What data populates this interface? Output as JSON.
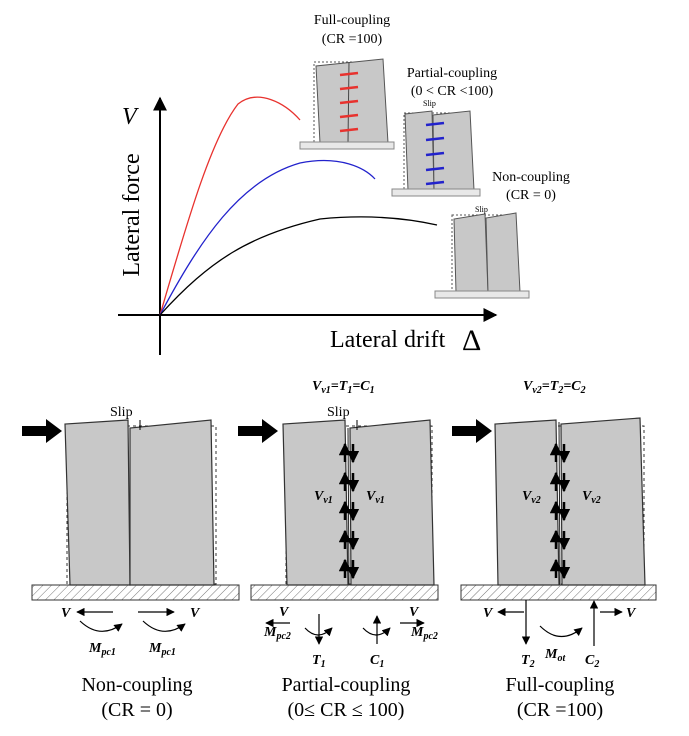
{
  "top_chart": {
    "y_symbol": "V",
    "y_label": "Lateral force",
    "x_label": "Lateral drift",
    "x_symbol": "Δ",
    "curve_colors": {
      "full": "#e8322e",
      "partial": "#2222cc",
      "non": "#000000"
    },
    "insets": {
      "full": {
        "title": "Full-coupling",
        "cr": "(CR =100)"
      },
      "partial": {
        "title": "Partial-coupling",
        "cr": "(0 < CR <100)",
        "slip": "Slip"
      },
      "non": {
        "title": "Non-coupling",
        "cr": "(CR = 0)",
        "slip": "Slip"
      }
    }
  },
  "panels": {
    "non": {
      "slip": "Slip",
      "v_left": "V",
      "v_right": "V",
      "m_left_main": "M",
      "m_left_sub": "pc1",
      "m_right_main": "M",
      "m_right_sub": "pc1",
      "caption_1": "Non-coupling",
      "caption_2": "(CR = 0)"
    },
    "partial": {
      "eq_v": "V",
      "eq_v_sub": "v1",
      "eq_t": "=T",
      "eq_t_sub": "1",
      "eq_c": "=C",
      "eq_c_sub": "1",
      "slip": "Slip",
      "vv_left_main": "V",
      "vv_left_sub": "v1",
      "vv_right_main": "V",
      "vv_right_sub": "v1",
      "v_left": "V",
      "v_right": "V",
      "m_left_main": "M",
      "m_left_sub": "pc2",
      "m_right_main": "M",
      "m_right_sub": "pc2",
      "t_main": "T",
      "t_sub": "1",
      "c_main": "C",
      "c_sub": "1",
      "caption_1": "Partial-coupling",
      "caption_2": "(0≤ CR ≤ 100)"
    },
    "full": {
      "eq_v": "V",
      "eq_v_sub": "v2",
      "eq_t": "=T",
      "eq_t_sub": "2",
      "eq_c": "=C",
      "eq_c_sub": "2",
      "vv_left_main": "V",
      "vv_left_sub": "v2",
      "vv_right_main": "V",
      "vv_right_sub": "v2",
      "v_left": "V",
      "v_right": "V",
      "t_main": "T",
      "t_sub": "2",
      "m_main": "M",
      "m_sub": "ot",
      "c_main": "C",
      "c_sub": "2",
      "caption_1": "Full-coupling",
      "caption_2": "(CR =100)"
    }
  }
}
